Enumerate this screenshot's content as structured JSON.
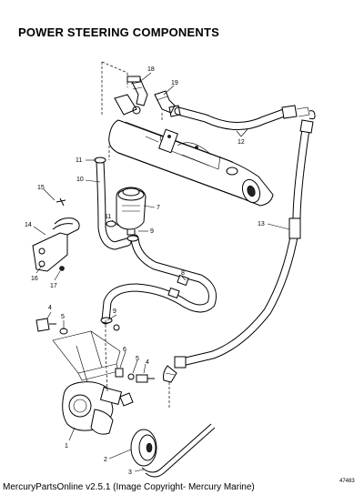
{
  "title": "POWER STEERING COMPONENTS",
  "callouts": [
    "1",
    "2",
    "3",
    "4",
    "5",
    "4",
    "5",
    "6",
    "7",
    "8",
    "9",
    "9",
    "10",
    "11",
    "11",
    "12",
    "13",
    "14",
    "15",
    "16",
    "17",
    "18",
    "19"
  ],
  "figure_number": "47483",
  "footer": "MercuryPartsOnline v2.5.1 (Image Copyright- Mercury Marine)"
}
